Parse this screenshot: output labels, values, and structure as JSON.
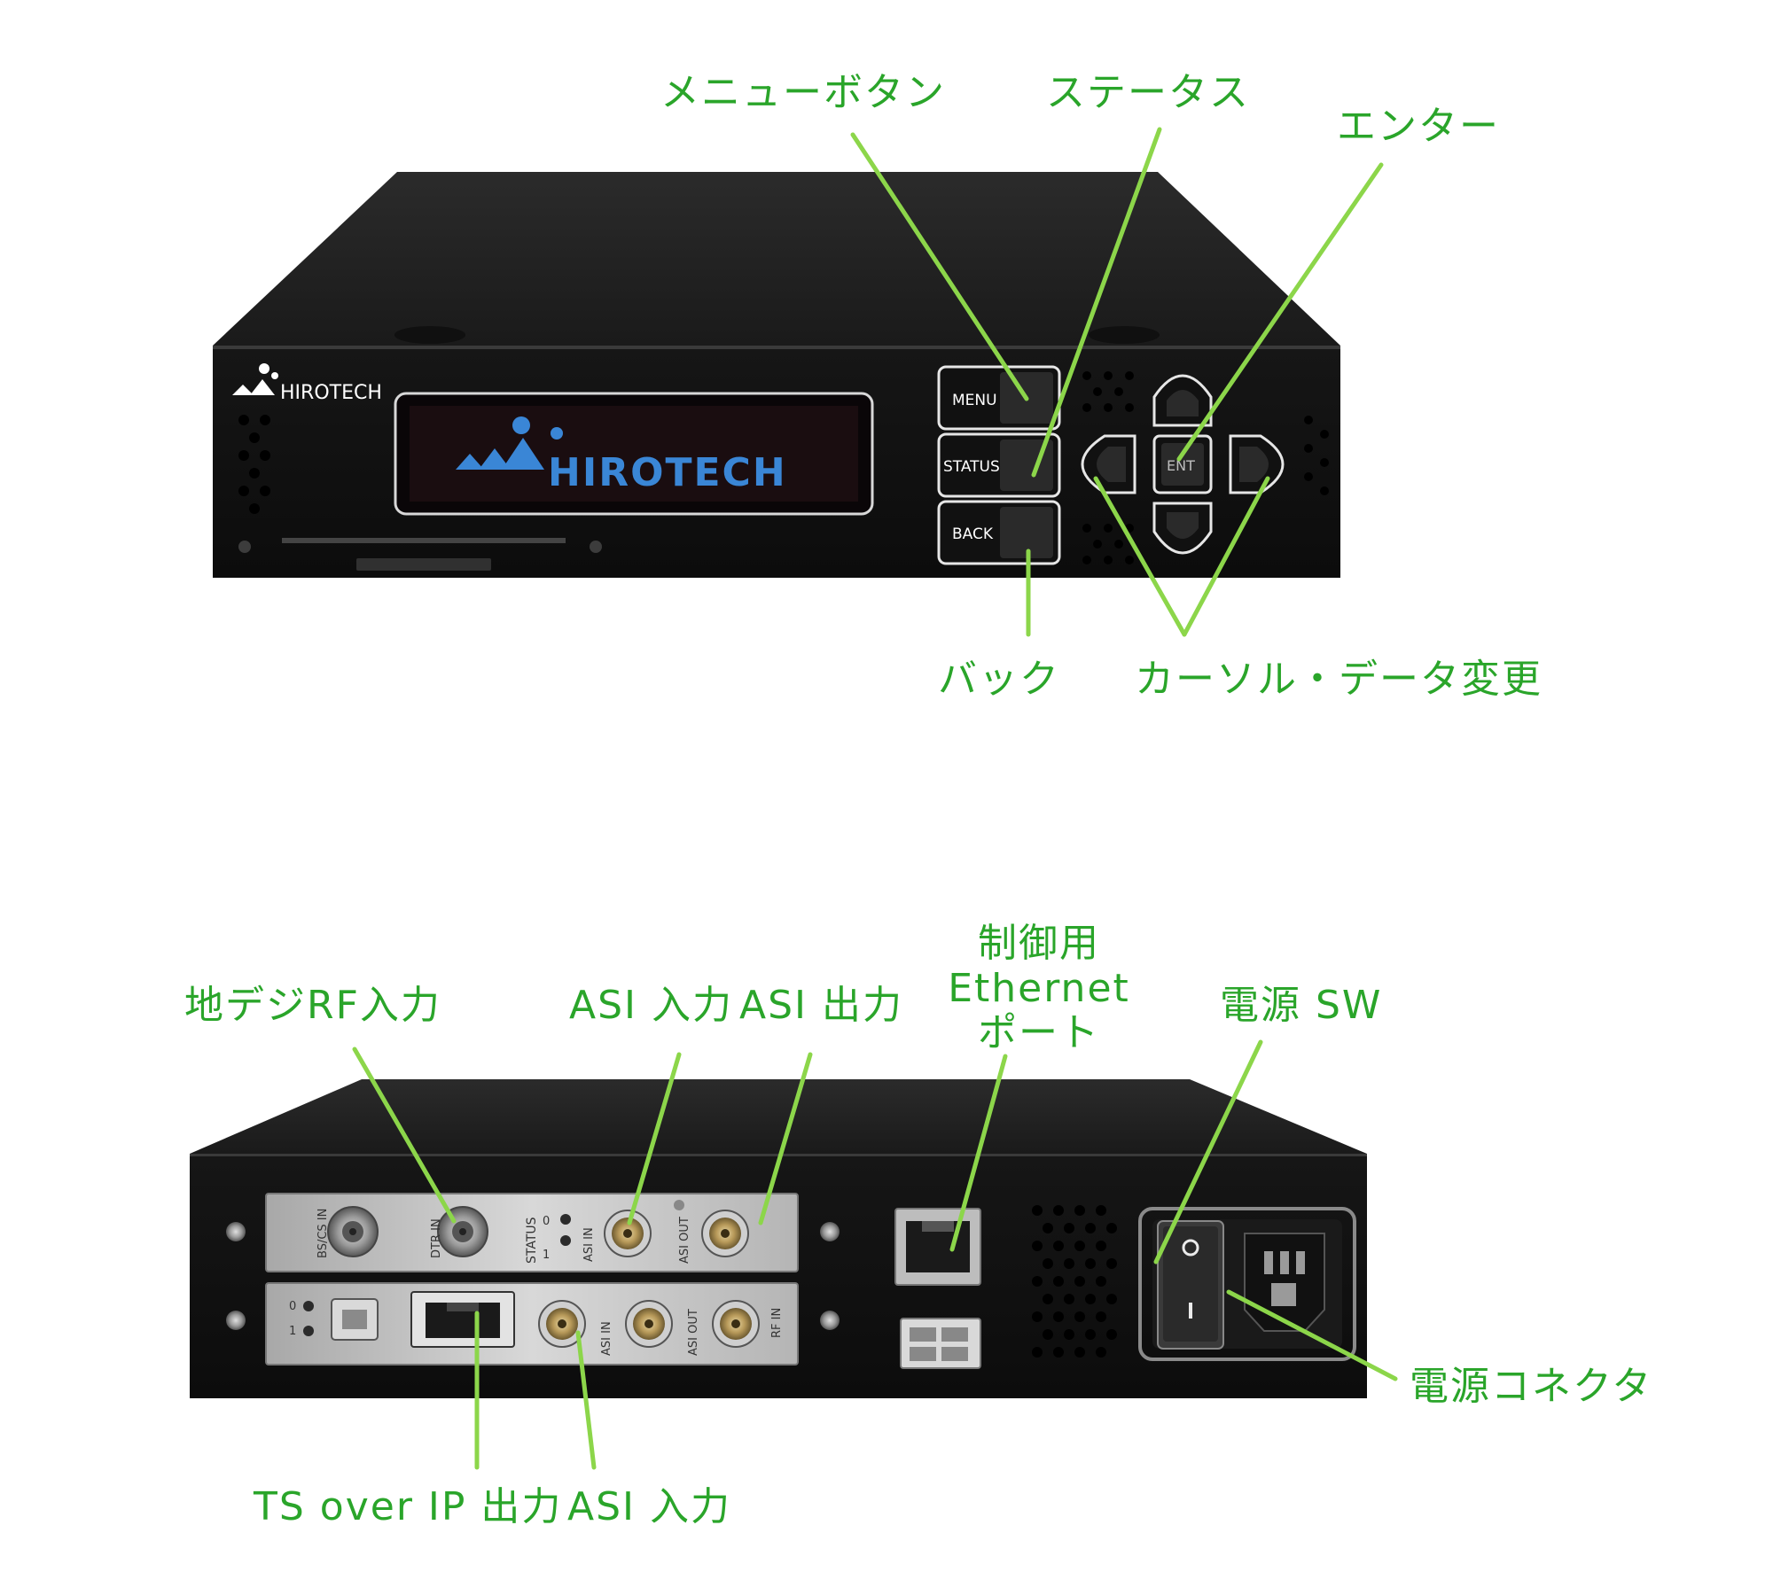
{
  "front": {
    "logo_text": "HIROTECH",
    "display_text": "HIROTECH",
    "buttons": {
      "menu": "MENU",
      "status": "STATUS",
      "back": "BACK",
      "enter": "ENT"
    },
    "callouts": {
      "menu_button": "メニューボタン",
      "status": "ステータス",
      "enter": "エンター",
      "back": "バック",
      "cursor": "カーソル・データ変更"
    }
  },
  "rear": {
    "panel_labels": {
      "bscs_in": "BS/CS IN",
      "dtr_in": "DTR IN",
      "status": "STATUS",
      "one": "1",
      "zero": "0",
      "asi_in": "ASI IN",
      "asi_out": "ASI OUT",
      "rf_in": "RF IN"
    },
    "callouts": {
      "dtv_rf_in": "地デジRF入力",
      "asi_in_top": "ASI 入力",
      "asi_out_top": "ASI 出力",
      "control_ethernet": [
        "制御用",
        "Ethernet",
        "ポート"
      ],
      "power_sw": "電源 SW",
      "power_connector": "電源コネクタ",
      "ts_over_ip": "TS over IP 出力",
      "asi_in_bottom": "ASI 入力"
    }
  },
  "colors": {
    "callout_green": "#2aa52a",
    "leader_green": "#8cd64a",
    "chassis": "#1c1c1c",
    "display_text": "#3a86d6"
  }
}
